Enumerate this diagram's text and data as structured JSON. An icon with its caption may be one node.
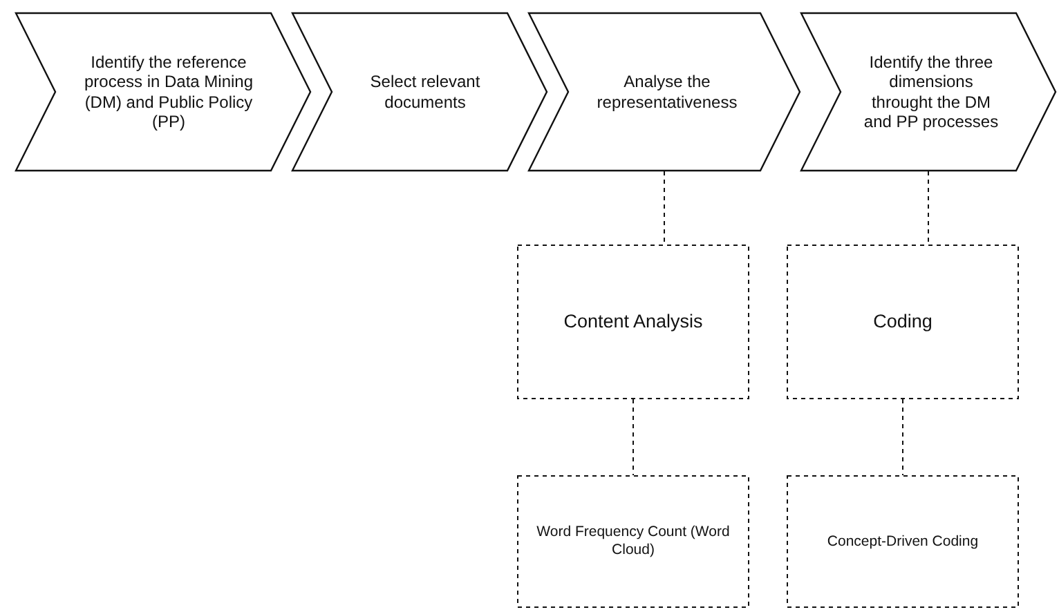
{
  "diagram": {
    "nodes": [
      {
        "text": [
          "Identify the reference process in Data Mining (DM) and Public Policy (PP)"
        ]
      },
      {
        "text": [
          "Select relevant documents"
        ]
      },
      {
        "text": [
          "Analyse the representativeness"
        ]
      },
      {
        "text": [
          "Identify the three dimensions throught the DM and PP processes"
        ]
      },
      {
        "text": [
          "Content Analysis"
        ]
      },
      {
        "text": [
          "Coding"
        ]
      },
      {
        "text": [
          "Word Frequency Count (Word Cloud)"
        ]
      },
      {
        "text": [
          "Concept-Driven Coding"
        ]
      }
    ],
    "edges": [
      {
        "from": 2,
        "to": 4,
        "arrow": "none",
        "style": "dashed"
      },
      {
        "from": 3,
        "to": 5,
        "arrow": "none",
        "style": "dashed"
      },
      {
        "from": 4,
        "to": 6,
        "arrow": "none",
        "style": "dashed"
      },
      {
        "from": 5,
        "to": 7,
        "arrow": "none",
        "style": "dashed"
      }
    ]
  }
}
